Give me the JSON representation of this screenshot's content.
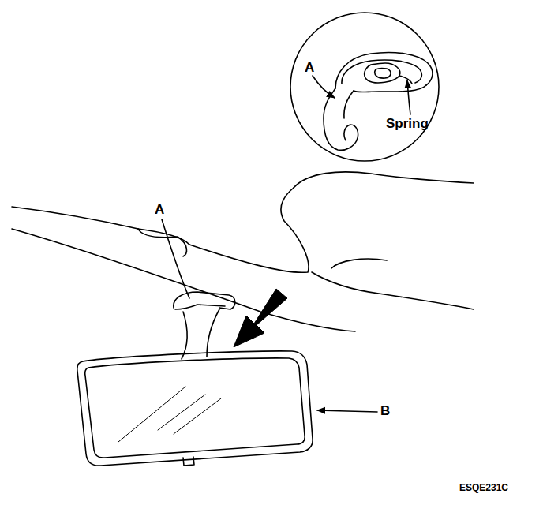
{
  "diagram": {
    "labels": [
      "A",
      "Spring",
      "A",
      "B",
      "ESQE231C"
    ]
  }
}
